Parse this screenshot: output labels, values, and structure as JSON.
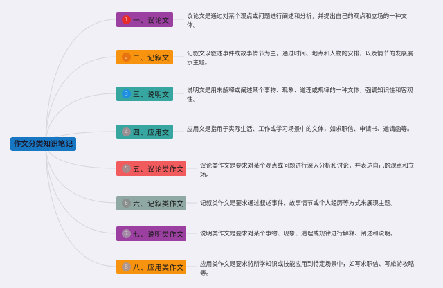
{
  "root": {
    "label": "作文分类知识笔记",
    "color": "#1877c2"
  },
  "nodes": [
    {
      "index": "1",
      "label": "一、议论文",
      "color": "#9b3fa0",
      "badge_color": "#e62b2b",
      "description": "议论文是通过对某个观点或问题进行阐述和分析，并提出自己的观点和立场的一种文体。"
    },
    {
      "index": "2",
      "label": "二、记叙文",
      "color": "#f7930f",
      "badge_color": "#e8720e",
      "description": "记叙文以叙述事件或故事情节为主，通过时间、地点和人物的安排，以及情节的发展展示主题。"
    },
    {
      "index": "3",
      "label": "三、说明文",
      "color": "#37a6a0",
      "badge_color": "#1e8fe0",
      "description": "说明文是用来解释或阐述某个事物、现象、道理或规律的一种文体，强调知识性和客观性。"
    },
    {
      "index": "4",
      "label": "四、应用文",
      "color": "#37a6a0",
      "badge_color": "#9a8f93",
      "description": "应用文是指用于实际生活、工作或学习场景中的文体，如求职信、申请书、邀请函等。"
    },
    {
      "index": "5",
      "label": "五、议论类作文",
      "color": "#f25b5e",
      "badge_color": "#a8888a",
      "description": "议论类作文是要求对某个观点或问题进行深入分析和讨论，并表达自己的观点和立场。"
    },
    {
      "index": "6",
      "label": "六、记叙类作文",
      "color": "#8fa8a3",
      "badge_color": "#8a8f8e",
      "description": "记叙类作文是要求通过叙述事件、故事情节或个人经历等方式来展现主题。"
    },
    {
      "index": "7",
      "label": "七、说明类作文",
      "color": "#9b3fa0",
      "badge_color": "#a48aa6",
      "description": "说明类作文是要求对某个事物、现象、道理或规律进行解释、阐述和说明。"
    },
    {
      "index": "8",
      "label": "八、应用类作文",
      "color": "#f7930f",
      "badge_color": "#b0958a",
      "description": "应用类作文是要求将所学知识或技能应用到特定场景中，如写求职信、写旅游攻略等。"
    }
  ],
  "link_color": "#d6d5de"
}
